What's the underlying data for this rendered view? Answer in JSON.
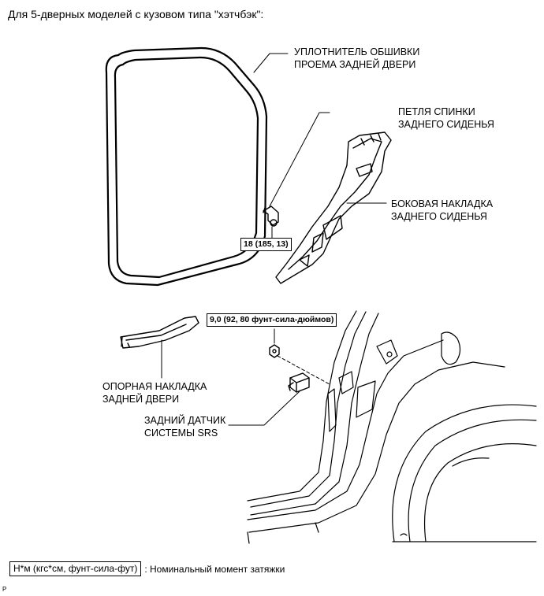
{
  "header": "Для 5-дверных моделей с кузовом типа \"хэтчбэк\":",
  "labels": {
    "weatherstrip": [
      "УПЛОТНИТЕЛЬ ОБШИВКИ",
      "ПРОЕМА ЗАДНЕЙ ДВЕРИ"
    ],
    "hinge": [
      "ПЕТЛЯ СПИНКИ",
      "ЗАДНЕГО СИДЕНЬЯ"
    ],
    "side_cover": [
      "БОКОВАЯ НАКЛАДКА",
      "ЗАДНЕГО СИДЕНЬЯ"
    ],
    "scuff_plate": [
      "ОПОРНАЯ НАКЛАДКА",
      "ЗАДНЕЙ ДВЕРИ"
    ],
    "srs_sensor": [
      "ЗАДНИЙ ДАТЧИК",
      "СИСТЕМЫ SRS"
    ]
  },
  "torque": {
    "hinge_bolt": "18 (185, 13)",
    "sensor_nut": "9,0 (92, 80 фунт-сила-дюймов)"
  },
  "legend": {
    "box": "Н*м (кгс*см, фунт-сила-фут)",
    "text": ": Номинальный момент затяжки"
  },
  "corner_mark": "P"
}
